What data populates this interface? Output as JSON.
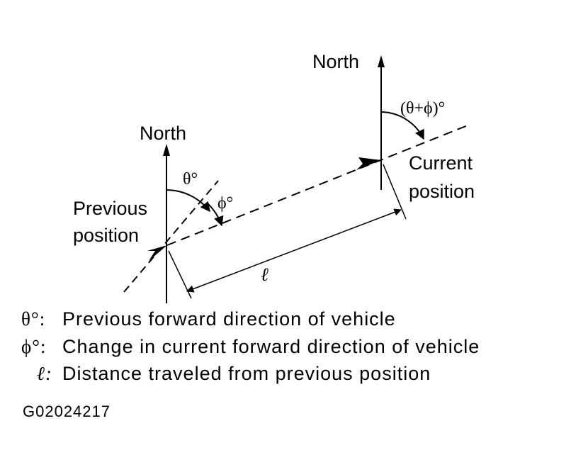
{
  "labels": {
    "north_previous": "North",
    "north_current": "North",
    "previous_position_line1": "Previous",
    "previous_position_line2": "position",
    "current_position_line1": "Current",
    "current_position_line2": "position",
    "theta": "θ°",
    "phi": "ϕ°",
    "theta_plus_phi": "(θ+ϕ)°",
    "distance": "ℓ"
  },
  "legend": [
    {
      "symbol": "θ°:",
      "text": "Previous forward direction of vehicle"
    },
    {
      "symbol": "ϕ°:",
      "text": "Change in current forward direction of vehicle"
    },
    {
      "symbol": "ℓ:",
      "text": "Distance traveled from previous position"
    }
  ],
  "figure_id": "G02024217"
}
